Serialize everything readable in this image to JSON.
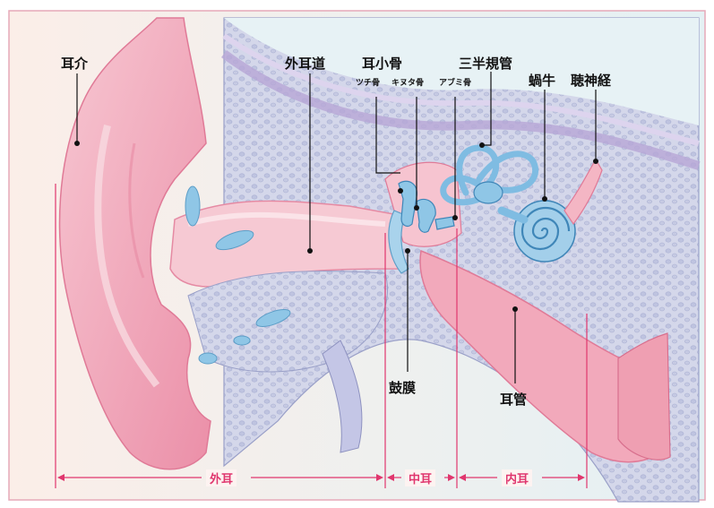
{
  "labels": {
    "auricle": "耳介",
    "ear_canal": "外耳道",
    "ossicles": "耳小骨",
    "malleus": "ツチ骨",
    "incus": "キヌタ骨",
    "stapes": "アブミ骨",
    "semicircular_canals": "三半規管",
    "cochlea": "蝸牛",
    "auditory_nerve": "聴神経",
    "eardrum": "鼓膜",
    "eustachian_tube": "耳管"
  },
  "sections": {
    "outer": "外耳",
    "middle": "中耳",
    "inner": "内耳"
  },
  "colors": {
    "section_marker": "#e0366e",
    "frame_border": "#e6a9b8",
    "skin": "#f2aabb",
    "bone": "#c9cde4",
    "inner_ear": "#8fc6e6"
  }
}
